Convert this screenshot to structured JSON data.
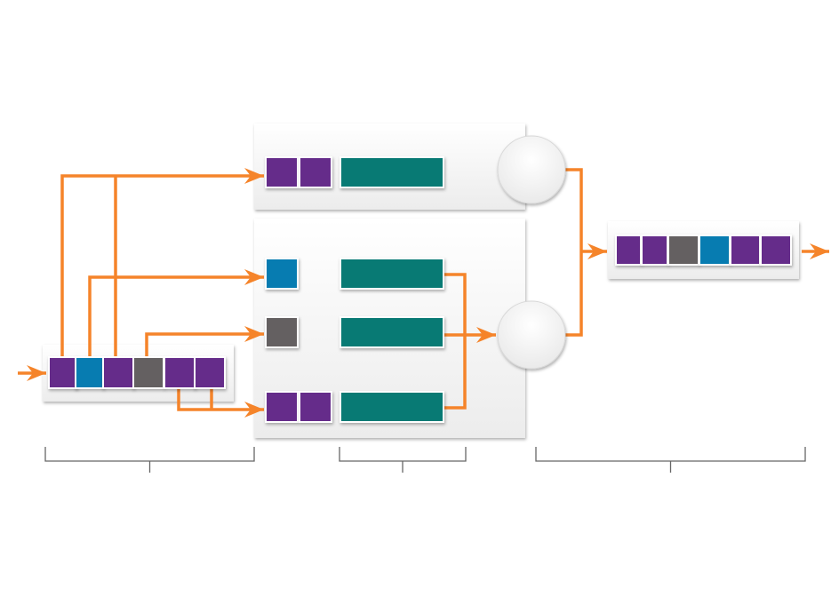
{
  "colors": {
    "arrow": "#F5842A",
    "purple": "#652C8A",
    "blue": "#077CB1",
    "gray": "#646061",
    "teal": "#087A74",
    "panel": "#F2F2F2",
    "bracket": "#666666"
  },
  "input_sequence": [
    "purple",
    "blue",
    "purple",
    "gray",
    "purple",
    "purple"
  ],
  "output_sequence": [
    "purple",
    "purple",
    "gray",
    "blue",
    "purple",
    "purple"
  ],
  "upper_group": {
    "tokens": [
      "purple",
      "purple"
    ],
    "bars": 1
  },
  "lower_group": {
    "rows": [
      [
        "blue"
      ],
      [
        "gray"
      ],
      [
        "purple",
        "purple"
      ]
    ],
    "bars": 3
  },
  "combiners": 2,
  "brackets": 3
}
